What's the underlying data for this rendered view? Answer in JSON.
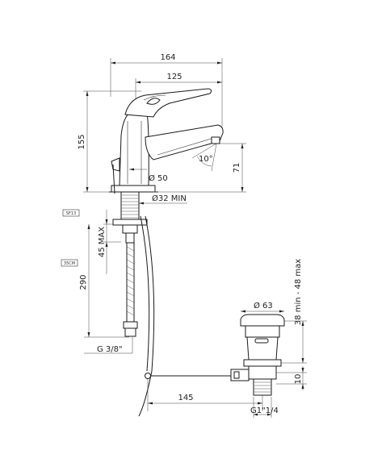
{
  "dimensions": {
    "width_164": "164",
    "width_125": "125",
    "height_155": "155",
    "height_71": "71",
    "angle_10": "10°",
    "dia_50": "Ø 50",
    "dia_32": "Ø32 MIN",
    "max_45": "45 MAX",
    "len_290": "290",
    "thread_g38": "G 3/8\"",
    "len_145": "145",
    "dia_63": "Ø 63",
    "range_38_48": "38 min - 48 max",
    "height_10": "10",
    "thread_g114": "G1\"1/4"
  },
  "tags": {
    "tag_sf": "SF13",
    "tag_35cm": "35CM"
  }
}
